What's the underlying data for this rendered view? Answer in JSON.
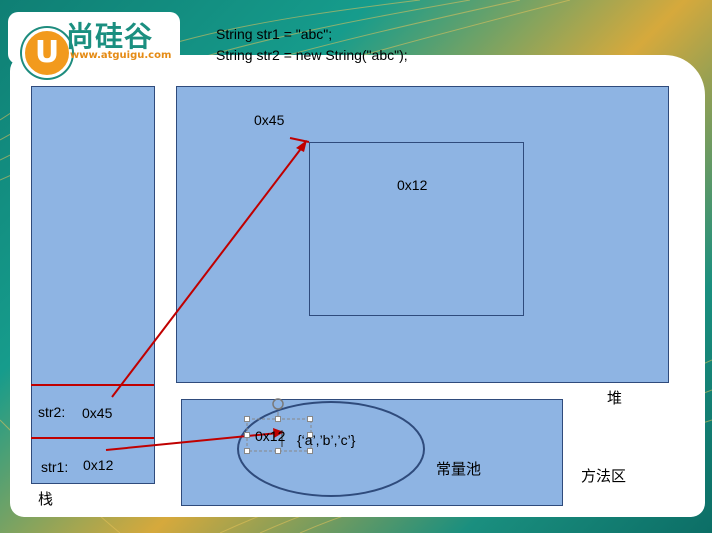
{
  "logo": {
    "letter": "U",
    "name": "尚硅谷",
    "url": "www.atguigu.com"
  },
  "code": {
    "line1": "String str1 = \"abc\";",
    "line2": "String str2 = new String(\"abc\");"
  },
  "stack": {
    "title": "栈",
    "str2_name": "str2:",
    "str2_value": "0x45",
    "str1_name": "str1:",
    "str1_value": "0x12"
  },
  "heap": {
    "title": "堆",
    "outer_address": "0x45",
    "inner_address": "0x12"
  },
  "method_area": {
    "title": "方法区",
    "pool_title": "常量池",
    "pool_address": "0x12",
    "pool_value": "{‘a’,’b’,’c’}"
  },
  "colors": {
    "box_fill": "#8eb4e3",
    "box_border": "#2f4b7c",
    "arrow": "#c00000"
  }
}
